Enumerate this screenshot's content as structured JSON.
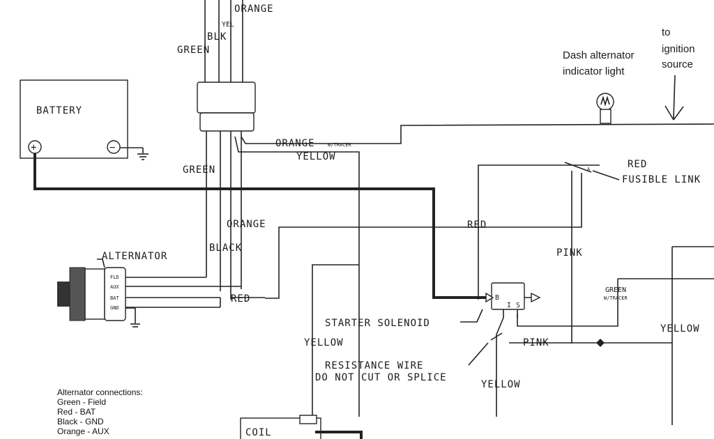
{
  "components": {
    "battery": "BATTERY",
    "alternator": "ALTERNATOR",
    "starter_solenoid": "STARTER SOLENOID",
    "coil": "COIL",
    "solenoid_terminals": [
      "B",
      "I",
      "S"
    ],
    "alternator_terminals": [
      "FLD",
      "AUX",
      "BAT",
      "GND"
    ],
    "battery_pos": "+",
    "battery_neg": "−"
  },
  "wires": {
    "orange_top": "ORANGE",
    "yel_top": "YEL",
    "blk_top": "BLK",
    "green_top": "GREEN",
    "orange_tracer": "ORANGE",
    "orange_tracer_sup": "W/TRACER",
    "yellow_top": "YELLOW",
    "green_mid": "GREEN",
    "red_right": "RED",
    "fusible_link": "FUSIBLE LINK",
    "fusible_marker": "A",
    "orange_mid": "ORANGE",
    "red_mid": "RED",
    "pink_upper": "PINK",
    "black_mid": "BLACK",
    "red_alt": "RED",
    "green_tracer_1": "GREEN",
    "green_tracer_2": "W/TRACER",
    "yellow_right": "YELLOW",
    "yellow_left": "YELLOW",
    "pink_lower": "PINK",
    "resistance_1": "RESISTANCE WIRE",
    "resistance_2": "DO NOT CUT OR SPLICE",
    "yellow_bottom": "YELLOW"
  },
  "annotations": {
    "dash_light_1": "Dash alternator",
    "dash_light_2": "indicator light",
    "ignition_1": "to",
    "ignition_2": "ignition",
    "ignition_3": "source"
  },
  "legend": {
    "title": "Alternator connections:",
    "items": [
      "Green - Field",
      "Red - BAT",
      "Black - GND",
      "Orange - AUX"
    ]
  }
}
